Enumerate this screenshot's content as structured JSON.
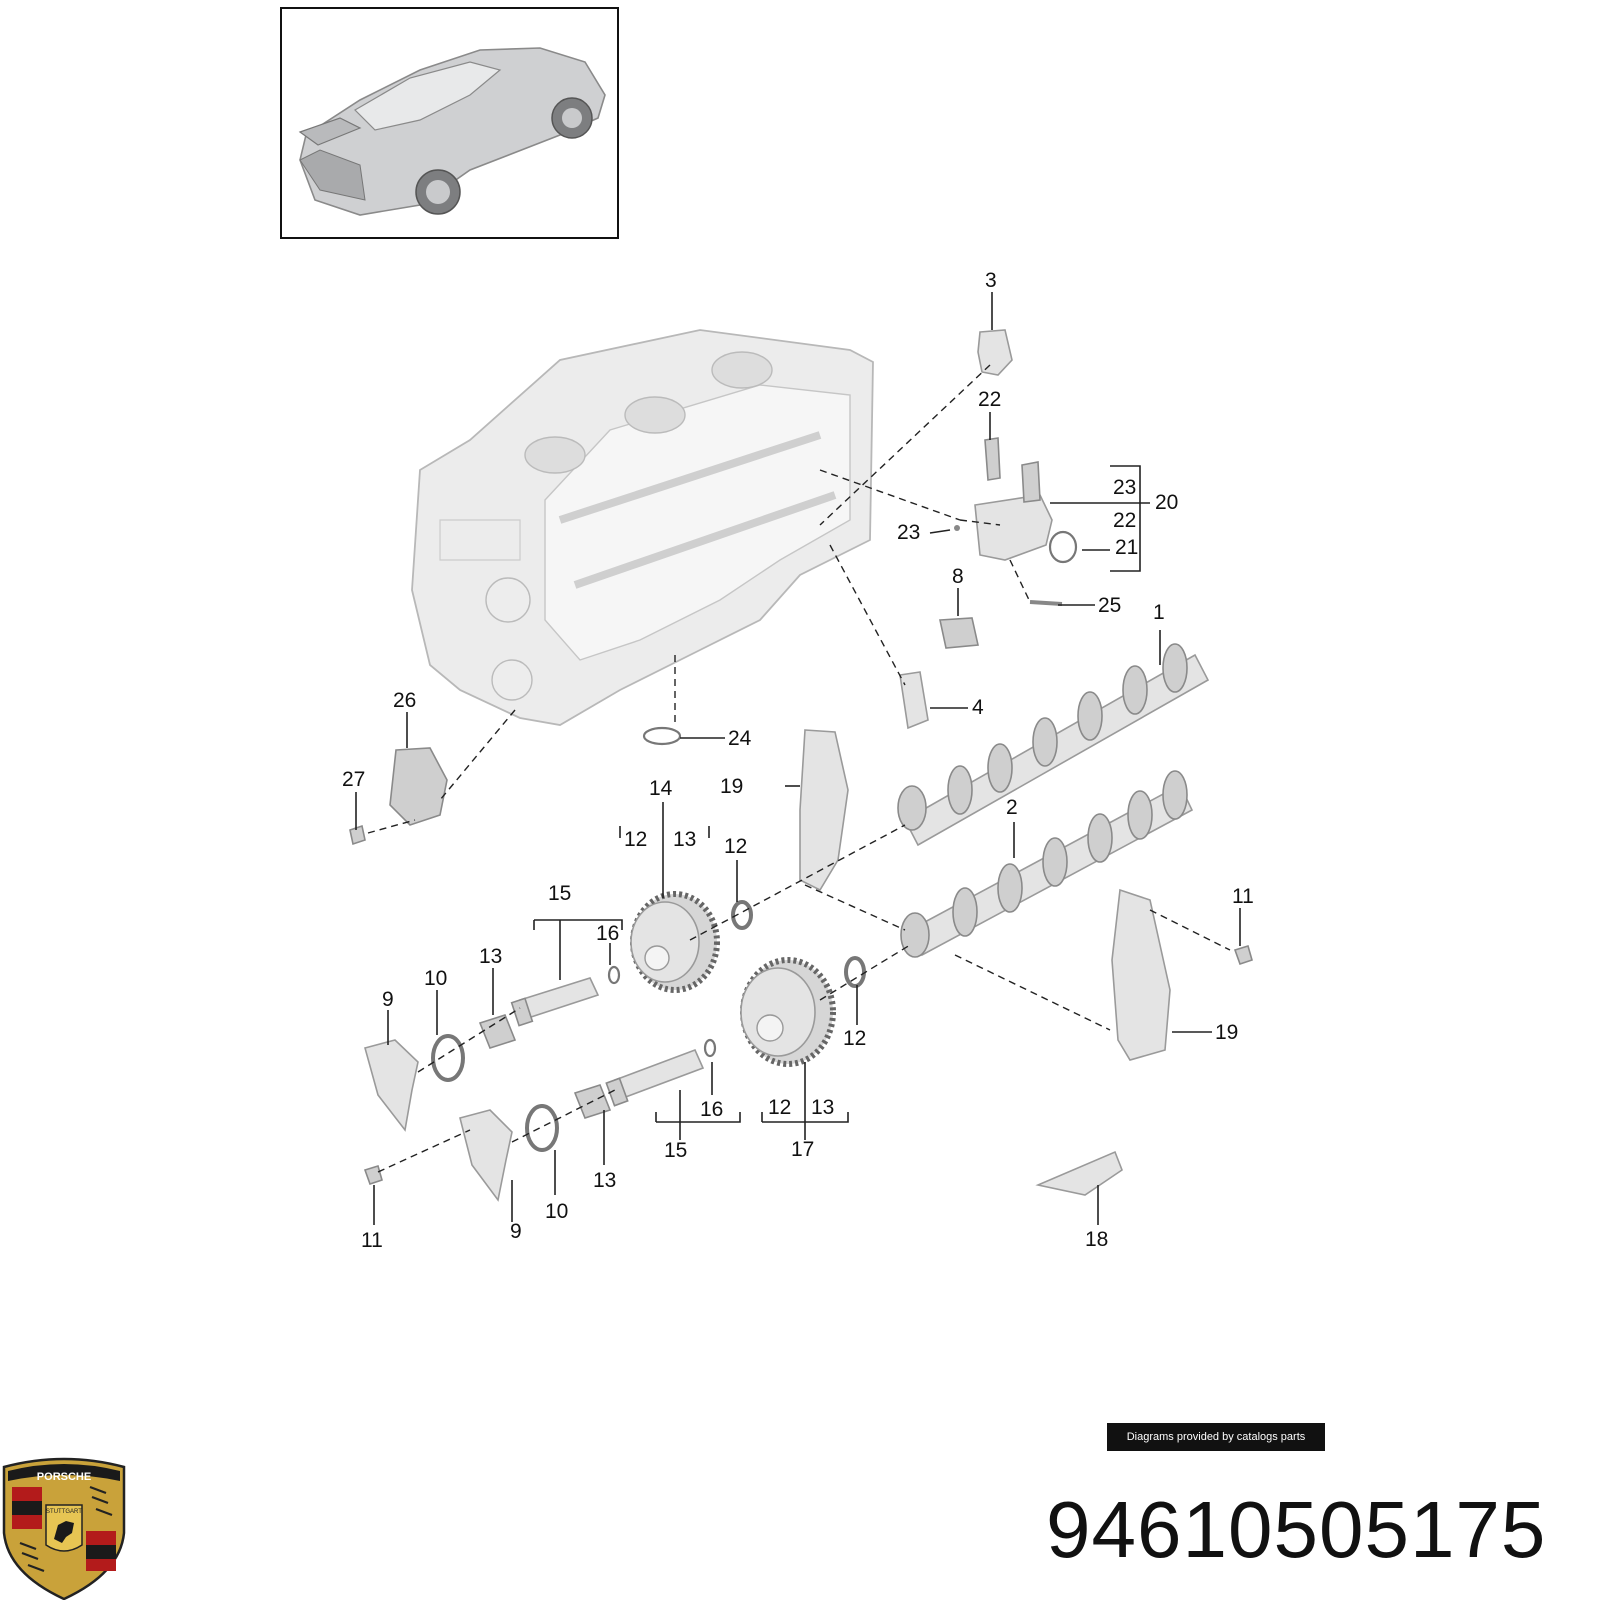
{
  "callouts": {
    "c1": "1",
    "c2": "2",
    "c3": "3",
    "c4": "4",
    "c8": "8",
    "c9a": "9",
    "c9b": "9",
    "c10a": "10",
    "c10b": "10",
    "c11a": "11",
    "c11b": "11",
    "c12a": "12",
    "c12b": "12",
    "c12c": "12",
    "c12d": "12",
    "c13a": "13",
    "c13b": "13",
    "c13c": "13",
    "c13d": "13",
    "c14": "14",
    "c15a": "15",
    "c15b": "15",
    "c16a": "16",
    "c16b": "16",
    "c17": "17",
    "c18": "18",
    "c19a": "19",
    "c19b": "19",
    "c20": "20",
    "c21": "21",
    "c22a": "22",
    "c22b": "22",
    "c23a": "23",
    "c23b": "23",
    "c24": "24",
    "c25": "25",
    "c26": "26",
    "c27": "27"
  },
  "credit": "Diagrams provided by catalogs parts",
  "part_number": "94610505175",
  "logo": {
    "brand_text": "PORSCHE",
    "city_text": "STUTTGART"
  }
}
